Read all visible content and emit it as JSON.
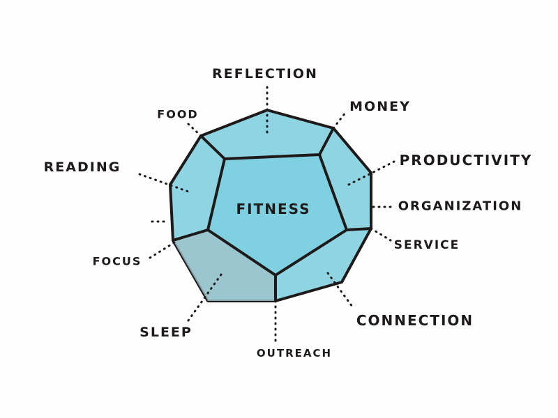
{
  "center_label": "FITNESS",
  "labels": {
    "reflection": "REFLECTION",
    "money": "MONEY",
    "food": "FOOD",
    "productivity": "PRODUCTIVITY",
    "reading": "READING",
    "organization": "ORGANIZATION",
    "service": "SERVICE",
    "focus": "FOCUS",
    "connection": "CONNECTION",
    "sleep": "SLEEP",
    "outreach": "OUTREACH"
  },
  "colors": {
    "fill": "#86d3e2",
    "fill_shade": "#9cc3cc",
    "ink": "#1e1a1a"
  }
}
